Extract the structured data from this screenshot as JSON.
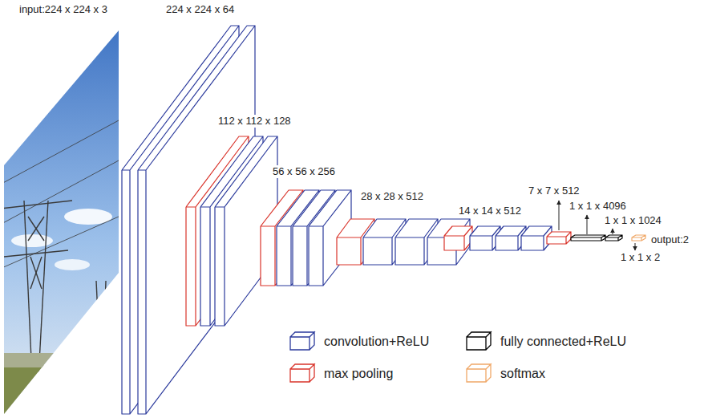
{
  "diagram": {
    "labels": [
      "input:224 x 224 x 3",
      "224 x 224 x 64",
      "112 x 112 x 128",
      "56 x 56 x 256",
      "28 x 28 x 512",
      "14 x 14 x 512",
      "7 x 7 x 512",
      "1 x 1 x 4096",
      "1 x 1 x 1024",
      "output:2",
      "1 x 1 x 2"
    ],
    "legend": [
      {
        "text": "convolution+ReLU",
        "color": "#2b3a9c"
      },
      {
        "text": "fully connected+ReLU",
        "color": "#000000"
      },
      {
        "text": "max pooling",
        "color": "#d9342b"
      },
      {
        "text": "softmax",
        "color": "#f0a868"
      }
    ]
  }
}
